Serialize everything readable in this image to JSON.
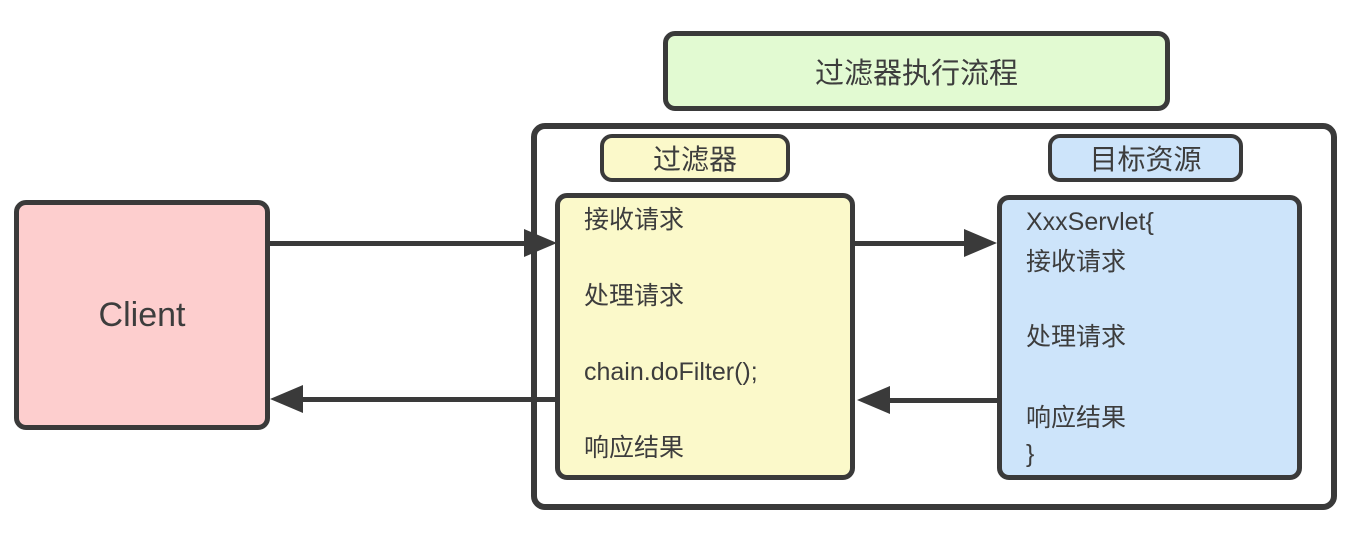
{
  "diagram": {
    "title": "过滤器执行流程",
    "client": {
      "label": "Client"
    },
    "filter": {
      "tag": "过滤器",
      "lines": [
        "接收请求",
        "处理请求",
        "chain.doFilter();",
        "响应结果"
      ]
    },
    "target": {
      "tag": "目标资源",
      "lines": [
        "XxxServlet{",
        "接收请求",
        "处理请求",
        "响应结果",
        "}"
      ]
    },
    "colors": {
      "title_bg": "#e2fad2",
      "client_bg": "#fdcece",
      "filter_bg": "#fbf9ca",
      "target_bg": "#cde4fa",
      "stroke": "#3a3a3a",
      "text": "#3d3d3d"
    }
  }
}
